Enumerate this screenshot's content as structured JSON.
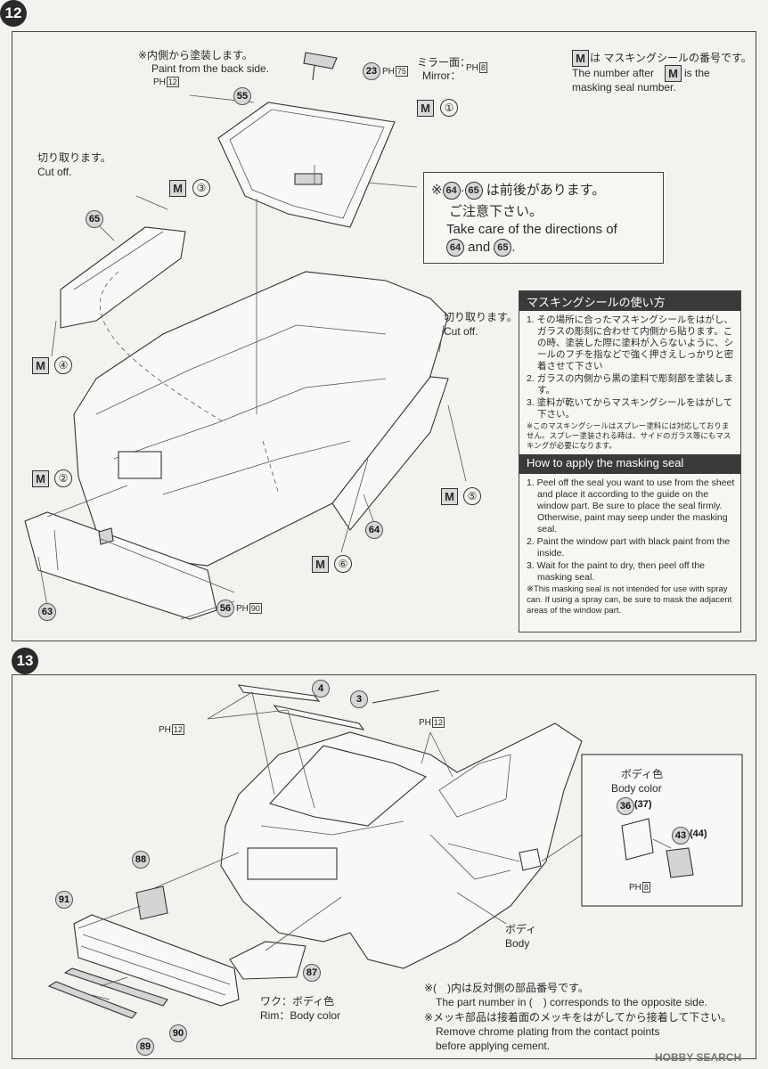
{
  "steps": [
    {
      "number": "12",
      "callouts": {
        "paint_back_jp": "※内側から塗装します。",
        "paint_back_en": "Paint from the back side.",
        "paint_back_ph": "12",
        "cut_off_left_jp": "切り取ります。",
        "cut_off_left_en": "Cut off.",
        "cut_off_right_jp": "切り取ります。",
        "cut_off_right_en": "Cut off.",
        "mirror_jp": "ミラー面：",
        "mirror_en": "Mirror：",
        "mirror_ph": "8",
        "part23_ph": "75",
        "part56_ph": "90",
        "masking_note_jp1": "は マスキングシールの番号です。",
        "masking_note_en1": "The number after",
        "masking_note_en1b": "is the",
        "masking_note_en2": "masking seal number."
      },
      "parts": [
        "23",
        "55",
        "65",
        "64",
        "63",
        "56"
      ],
      "masks": [
        {
          "m": "M",
          "n": "①"
        },
        {
          "m": "M",
          "n": "②"
        },
        {
          "m": "M",
          "n": "③"
        },
        {
          "m": "M",
          "n": "④"
        },
        {
          "m": "M",
          "n": "⑤"
        },
        {
          "m": "M",
          "n": "⑥"
        }
      ],
      "direction_note": {
        "mark": "※",
        "p1": "64",
        "dot": "·",
        "p2": "65",
        "jp1": "は前後があります。",
        "jp2": "ご注意下さい。",
        "en1": "Take care of the directions of",
        "en_and": "and",
        "en_end": "."
      },
      "howto": {
        "jp_title": "マスキングシールの使い方",
        "jp_items": [
          "1. その場所に合ったマスキングシールをはがし、ガラスの彫刻に合わせて内側から貼ります。この時、塗装した際に塗料が入らないように、シールのフチを指などで強く押さえしっかりと密着させて下さい",
          "2. ガラスの内側から黒の塗料で彫刻部を塗装します。",
          "3. 塗料が乾いてからマスキングシールをはがして下さい。"
        ],
        "jp_note": "※このマスキングシールはスプレー塗料には対応しておりません。スプレー塗装される時は、サイドのガラス等にもマスキングが必要になります。",
        "en_title": "How to apply the masking seal",
        "en_items": [
          "1. Peel off the seal you want to use from the sheet and place it according to the guide on the window part. Be sure to place the seal firmly. Otherwise, paint may seep under the masking seal.",
          "2. Paint the window part with black paint from the inside.",
          "3. Wait for the paint to dry, then peel off the masking seal."
        ],
        "en_note": "※This masking seal is not intended for use with spray can. If using a spray can, be sure to mask the adjacent areas of the window part."
      }
    },
    {
      "number": "13",
      "callouts": {
        "ph12_left": "12",
        "ph12_right": "12",
        "body_color_jp": "ボディ色",
        "body_color_en": "Body color",
        "part36": "36",
        "part37": "37",
        "part43": "43",
        "part44": "44",
        "ph8": "8",
        "body_jp": "ボディ",
        "body_en": "Body",
        "rim_jp": "ワク：ボディ色",
        "rim_en": "Rim：Body color",
        "note1_jp": "※(　)内は反対側の部品番号です。",
        "note1_en": "The part number in (　) corresponds to the opposite side.",
        "note2_jp": "※メッキ部品は接着面のメッキをはがしてから接着して下さい。",
        "note2_en1": "Remove chrome plating from the contact points",
        "note2_en2": "before applying cement."
      },
      "parts": [
        "4",
        "3",
        "88",
        "91",
        "87",
        "90",
        "89"
      ]
    }
  ],
  "ph_label": "PH",
  "watermark": "HOBBY SEARCH"
}
